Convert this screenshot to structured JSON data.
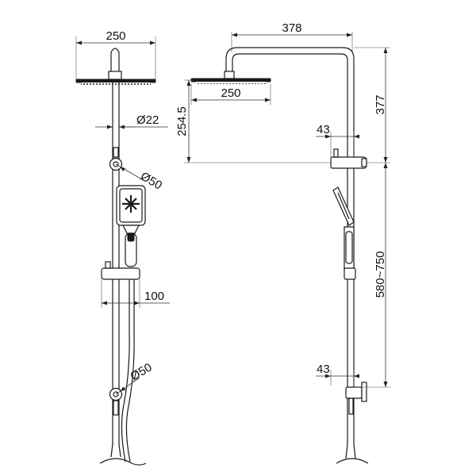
{
  "front_view": {
    "head_width_label": "250",
    "pipe_diameter_label": "Ø22",
    "top_bracket_diameter_label": "Ø50",
    "slider_width_label": "100",
    "bottom_bracket_diameter_label": "Ø50"
  },
  "side_view": {
    "arm_length_label": "378",
    "head_width_label": "250",
    "head_drop_label": "254.5",
    "arm_height_label": "377",
    "top_offset_label": "43",
    "adjustable_height_label": "580~750",
    "bottom_offset_label": "43"
  },
  "colors": {
    "line": "#1a1a1a",
    "background": "#ffffff"
  }
}
